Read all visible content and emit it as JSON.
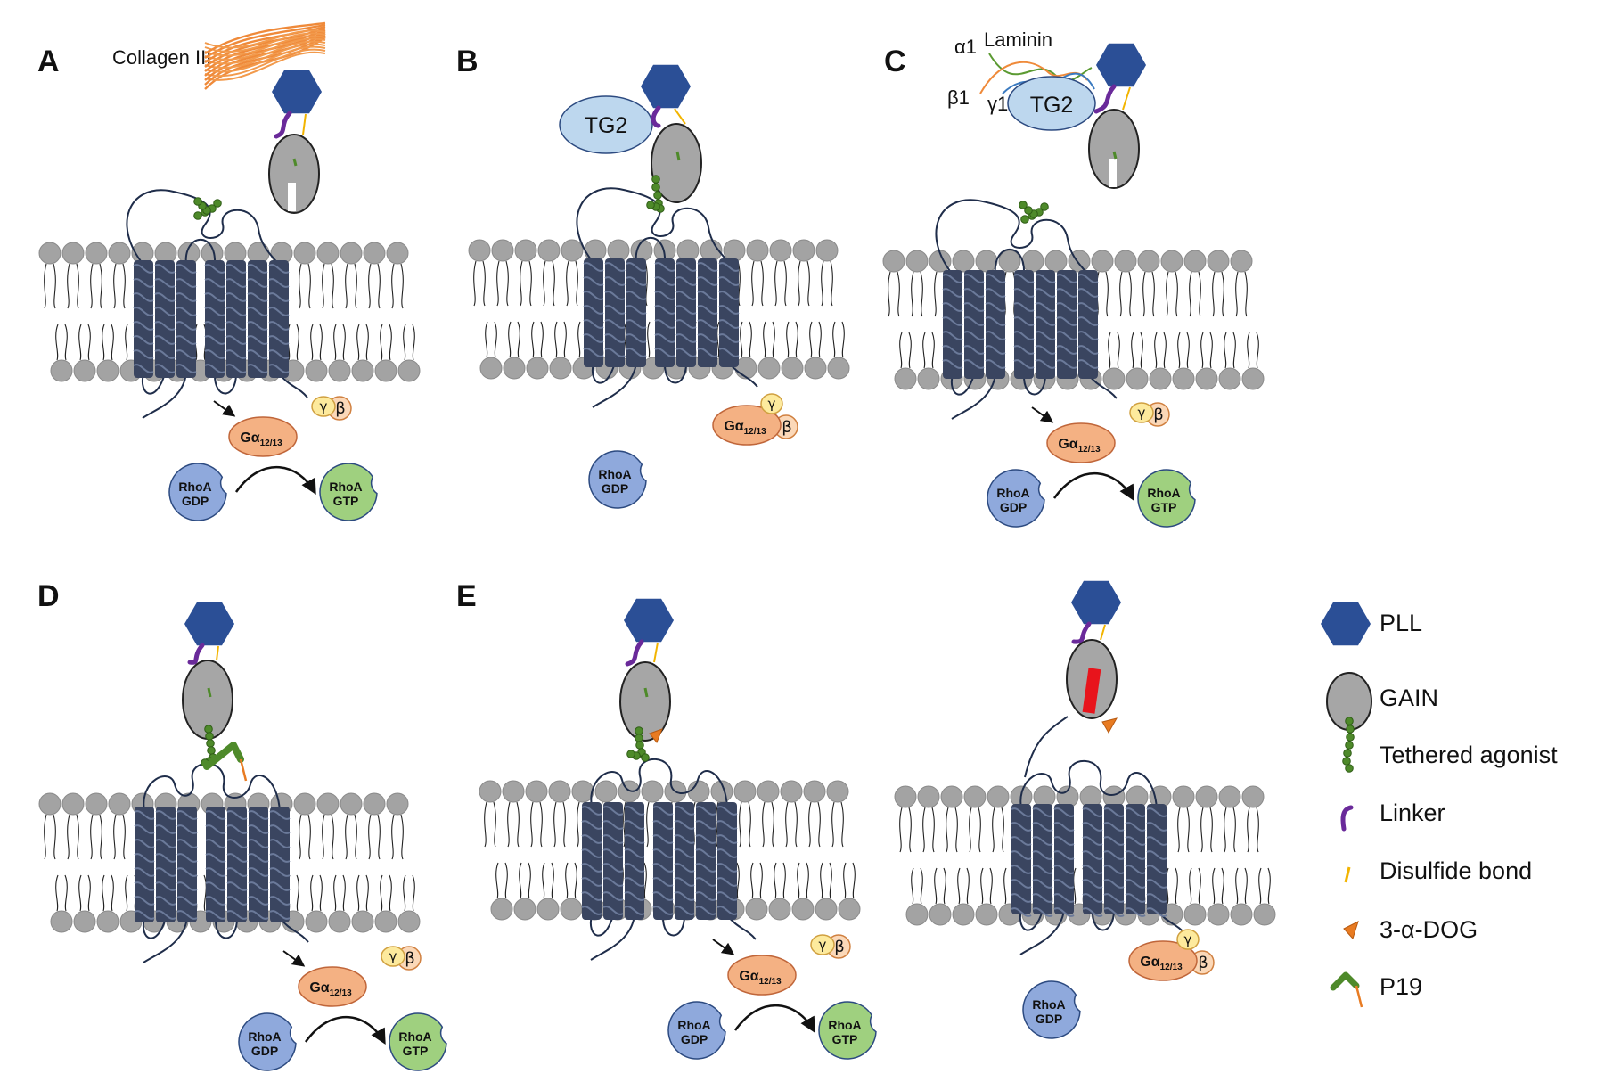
{
  "panels": {
    "A": {
      "label": "A",
      "ligand": "Collagen III"
    },
    "B": {
      "label": "B",
      "ligand": "TG2"
    },
    "C": {
      "label": "C",
      "ligand": "Laminin",
      "chains": [
        "α1",
        "β1",
        "γ1"
      ],
      "partner": "TG2"
    },
    "D": {
      "label": "D"
    },
    "E": {
      "label": "E"
    }
  },
  "signaling": {
    "galpha": "Gα",
    "galpha_sub": "12/13",
    "gamma": "γ",
    "beta": "β",
    "rhoa_gdp": [
      "RhoA",
      "GDP"
    ],
    "rhoa_gtp": [
      "RhoA",
      "GTP"
    ]
  },
  "legend": {
    "items": [
      {
        "label": "PLL",
        "icon": "pll-hexagon-icon"
      },
      {
        "label": "GAIN",
        "icon": "gain-domain-icon"
      },
      {
        "label": "Tethered agonist",
        "icon": "tethered-agonist-icon"
      },
      {
        "label": "Linker",
        "icon": "linker-icon"
      },
      {
        "label": "Disulfide bond",
        "icon": "disulfide-bond-icon"
      },
      {
        "label": "3-α-DOG",
        "icon": "dog-triangle-icon"
      },
      {
        "label": "P19",
        "icon": "p19-peptide-icon"
      }
    ]
  },
  "colors": {
    "pll": "#2b4f96",
    "gain": "#a6a6a6",
    "agonist": "#4e8a2a",
    "linker": "#6a2a9a",
    "disulfide": "#f2b400",
    "dog": "#e87b22",
    "p19": "#4e8a2a",
    "helix": "#3a4560",
    "rhoa_gdp": "#8fa9dc",
    "rhoa_gtp": "#9fd07f",
    "galpha": "#f4b183",
    "gbeta": "#fbd8b8",
    "ggamma": "#fdea9d",
    "tg2": "#bdd7ee",
    "lipid": "#a3a3a3",
    "red_bar": "#e8141c"
  }
}
